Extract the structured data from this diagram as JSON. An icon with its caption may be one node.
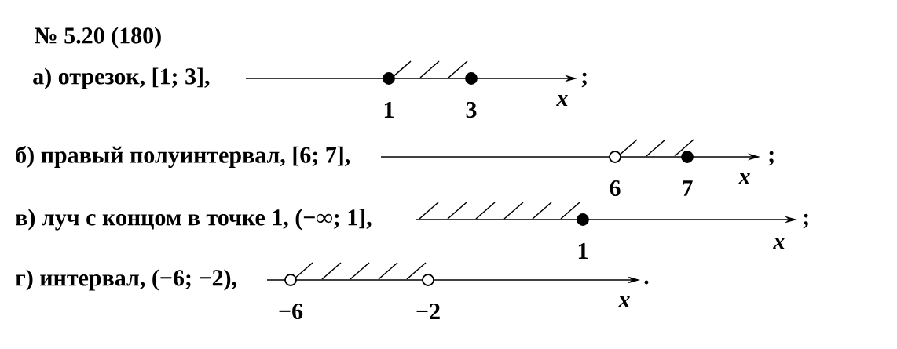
{
  "diagram": {
    "title": "№ 5.20 (180)",
    "nodes": [
      {
        "text": [],
        "shape": "dot",
        "beside": [
          "1"
        ]
      },
      {
        "text": [],
        "shape": "dot",
        "beside": [
          "3"
        ]
      },
      {
        "text": [],
        "shape": "circle",
        "beside": [
          "6"
        ]
      },
      {
        "text": [],
        "shape": "dot",
        "beside": [
          "7"
        ]
      },
      {
        "text": [],
        "shape": "dot",
        "beside": [
          "1"
        ]
      },
      {
        "text": [],
        "shape": "circle",
        "beside": [
          "−6"
        ]
      },
      {
        "text": [],
        "shape": "circle",
        "beside": [
          "−2"
        ]
      }
    ],
    "labels": [
      "а) отрезок, [1; 3],",
      ";",
      "x",
      "б) правый полуинтервал, [6; 7],",
      ";",
      "x",
      "в) луч с концом в точке 1, (−∞; 1],",
      ";",
      "x",
      "г) интервал, (−6; −2),",
      ".",
      "x"
    ]
  }
}
